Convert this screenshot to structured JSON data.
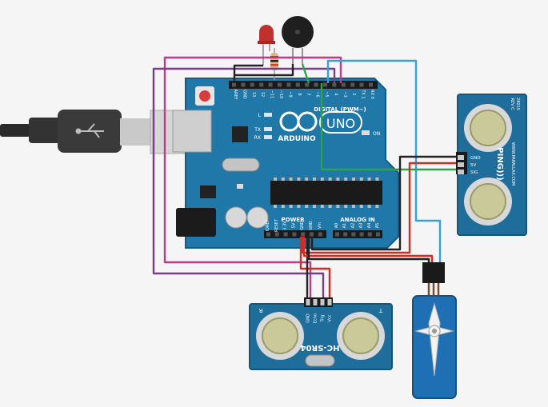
{
  "board": {
    "brand": "ARDUINO",
    "model": "UNO",
    "digital_header": "DIGITAL (PWM~)",
    "power_header": "POWER",
    "analog_header": "ANALOG IN",
    "digital_pins": [
      "AREF",
      "GND",
      "13",
      "12",
      "~11",
      "~10",
      "~9",
      "8",
      "7",
      "~6",
      "~5",
      "4",
      "~3",
      "2",
      "TX 1",
      "RX 0"
    ],
    "power_pins": [
      "IOREF",
      "RESET",
      "3.3V",
      "5V",
      "GND",
      "GND",
      "Vin"
    ],
    "analog_pins": [
      "A0",
      "A1",
      "A2",
      "A3",
      "A4",
      "A5"
    ],
    "led_labels": [
      "L",
      "TX",
      "RX"
    ],
    "on_label": "ON",
    "colors": {
      "board": "#1f78a8",
      "board_edge": "#145a85"
    }
  },
  "ping_sensor": {
    "name": "PING)))",
    "part_no": "28015",
    "rev": "REV C",
    "site": "WWW.PARALLAX.COM",
    "pins": [
      "GND",
      "5V",
      "SIG"
    ]
  },
  "hc_sensor": {
    "model": "HC-SR04",
    "pins": [
      "GND",
      "Echo",
      "Trig",
      "Vcc"
    ],
    "left_mark": "R",
    "right_mark": "T"
  },
  "wire_colors": {
    "black": "#222222",
    "red": "#d42b22",
    "green": "#2da44a",
    "blue": "#3a9fd6",
    "purple": "#7a3d8c",
    "magenta": "#c2398a",
    "brown": "#7b4a2e"
  }
}
